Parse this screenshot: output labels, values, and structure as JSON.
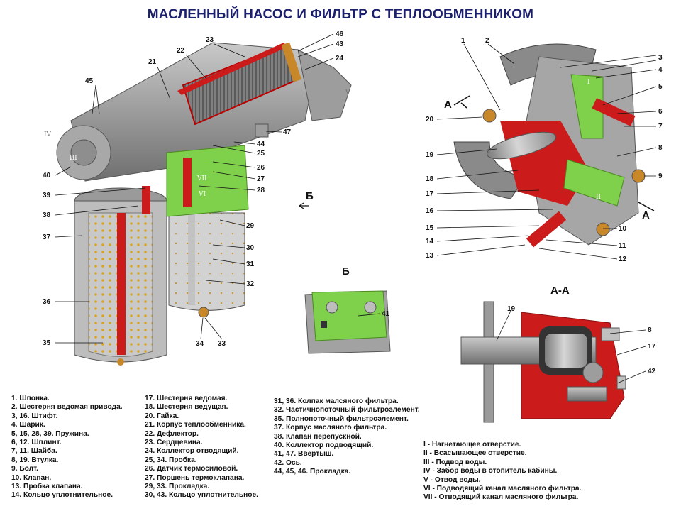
{
  "title": "МАСЛЕННЫЙ НАСОС И ФИЛЬТР С ТЕПЛООБМЕННИКОМ",
  "callouts": {
    "n1": "1",
    "n2": "2",
    "n3": "3",
    "n4": "4",
    "n5": "5",
    "n6": "6",
    "n7": "7",
    "n8": "8",
    "n9": "9",
    "n10": "10",
    "n11": "11",
    "n12": "12",
    "n13": "13",
    "n14": "14",
    "n15": "15",
    "n16": "16",
    "n17": "17",
    "n18": "18",
    "n19": "19",
    "n20": "20",
    "n21": "21",
    "n22": "22",
    "n23": "23",
    "n24": "24",
    "n25": "25",
    "n26": "26",
    "n27": "27",
    "n28": "28",
    "n29": "29",
    "n30": "30",
    "n31": "31",
    "n32": "32",
    "n33": "33",
    "n34": "34",
    "n35": "35",
    "n36": "36",
    "n37": "37",
    "n38": "38",
    "n39": "39",
    "n40": "40",
    "n41": "41",
    "n42": "42",
    "n43": "43",
    "n44": "44",
    "n45": "45",
    "n46": "46",
    "n47": "47",
    "n8b": "8",
    "n17b": "17",
    "n19b": "19"
  },
  "sections": {
    "a_left": "А",
    "a_right": "А",
    "b_arrow": "Б",
    "b_detail": "Б",
    "aa": "А-А"
  },
  "romans": {
    "r1": "I",
    "r2": "II",
    "r3": "III",
    "r4": "IV",
    "r5": "V",
    "r6": "VI",
    "r7": "VII"
  },
  "legend": {
    "col1": [
      "1. Шпонка.",
      "2. Шестерня ведомая привода.",
      "3, 16. Штифт.",
      "4. Шарик.",
      "5, 15, 28, 39. Пружина.",
      "6, 12. Шплинт.",
      "7, 11. Шайба.",
      "8, 19. Втулка.",
      "9. Болт.",
      "10. Клапан.",
      "13. Пробка клапана.",
      "14. Кольцо уплотнительное."
    ],
    "col2": [
      "17. Шестерня ведомая.",
      "18. Шестерня ведущая.",
      "20. Гайка.",
      "21. Корпус теплообменника.",
      "22. Дефлектор.",
      "23. Сердцевина.",
      "24. Коллектор отводящий.",
      "25, 34. Пробка.",
      "26. Датчик термосиловой.",
      "27. Поршень термоклапана.",
      "29, 33. Прокладка.",
      "30, 43. Кольцо уплотнительное."
    ],
    "col3": [
      "31, 36. Колпак малсяного фильтра.",
      "32. Частичнопоточный фильтроэлемент.",
      "35. Полнопоточный фильтроэлемент.",
      "37. Корпус масляного фильтра.",
      "38. Клапан перепускной.",
      "40. Коллектор подводящий.",
      "41, 47. Ввертыш.",
      "42. Ось.",
      "44, 45, 46. Прокладка."
    ],
    "col4": [
      "I - Нагнетающее отверстие.",
      "II - Всасывающее отверстие.",
      "III - Подвод воды.",
      "IV - Забор воды в отопитель кабины.",
      "V - Отвод воды.",
      "VI - Подводящий канал масляного фильтра.",
      "VII - Отводящий канал масляного фильтра."
    ]
  }
}
